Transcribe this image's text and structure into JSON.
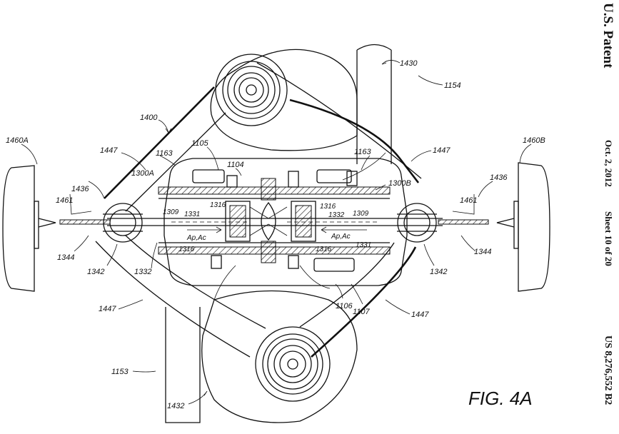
{
  "header": {
    "title": "U.S. Patent",
    "date": "Oct. 2, 2012",
    "sheet": "Sheet 10 of 20",
    "patent_number": "US 8,276,552 B2"
  },
  "figure": {
    "caption": "FIG. 4A"
  },
  "labels": {
    "l1400": "1400",
    "l1430": "1430",
    "l1154": "1154",
    "l1460A": "1460A",
    "l1460B": "1460B",
    "l1447_tl": "1447",
    "l1447_tr": "1447",
    "l1447_bl": "1447",
    "l1447_br": "1447",
    "l1300A": "1300A",
    "l1300B": "1300B",
    "l1105": "1105",
    "l1104": "1104",
    "l1163_l": "1163",
    "l1163_r": "1163",
    "l1436_l": "1436",
    "l1436_r": "1436",
    "l1461_l": "1461",
    "l1461_r": "1461",
    "l1309_l": "1309",
    "l1309_r": "1309",
    "l1331_tl": "1331",
    "l1316_tl": "1316",
    "l1316_tr": "1316",
    "l1332_tr": "1332",
    "l1316_bl": "1316",
    "l1316_br": "1316",
    "l1331_br": "1331",
    "apac_l": "Ap,Ac",
    "apac_r": "Ap,Ac",
    "l1344_l": "1344",
    "l1344_r": "1344",
    "l1342_l": "1342",
    "l1342_r": "1342",
    "l1332_bl": "1332",
    "l1107": "1107",
    "l1106": "1106",
    "l1153": "1153",
    "l1432": "1432"
  }
}
